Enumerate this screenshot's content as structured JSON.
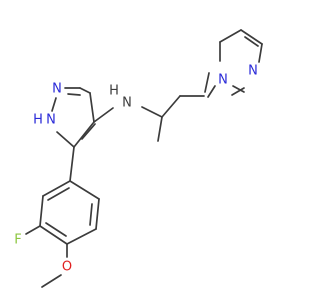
{
  "colors": {
    "bond": "#3c3c3c",
    "nitrogen": "#2a2ad8",
    "oxygen": "#e02020",
    "fluorine": "#8cc63f"
  },
  "atoms": {
    "n_pz2_n1": "N",
    "n_pz2_n2": "N",
    "n_pz1_n1": "N",
    "n_pz1_n2": "N",
    "n_pz1_h": "H",
    "amine_n": "N",
    "amine_h": "H",
    "fluorine": "F",
    "oxygen": "O"
  }
}
